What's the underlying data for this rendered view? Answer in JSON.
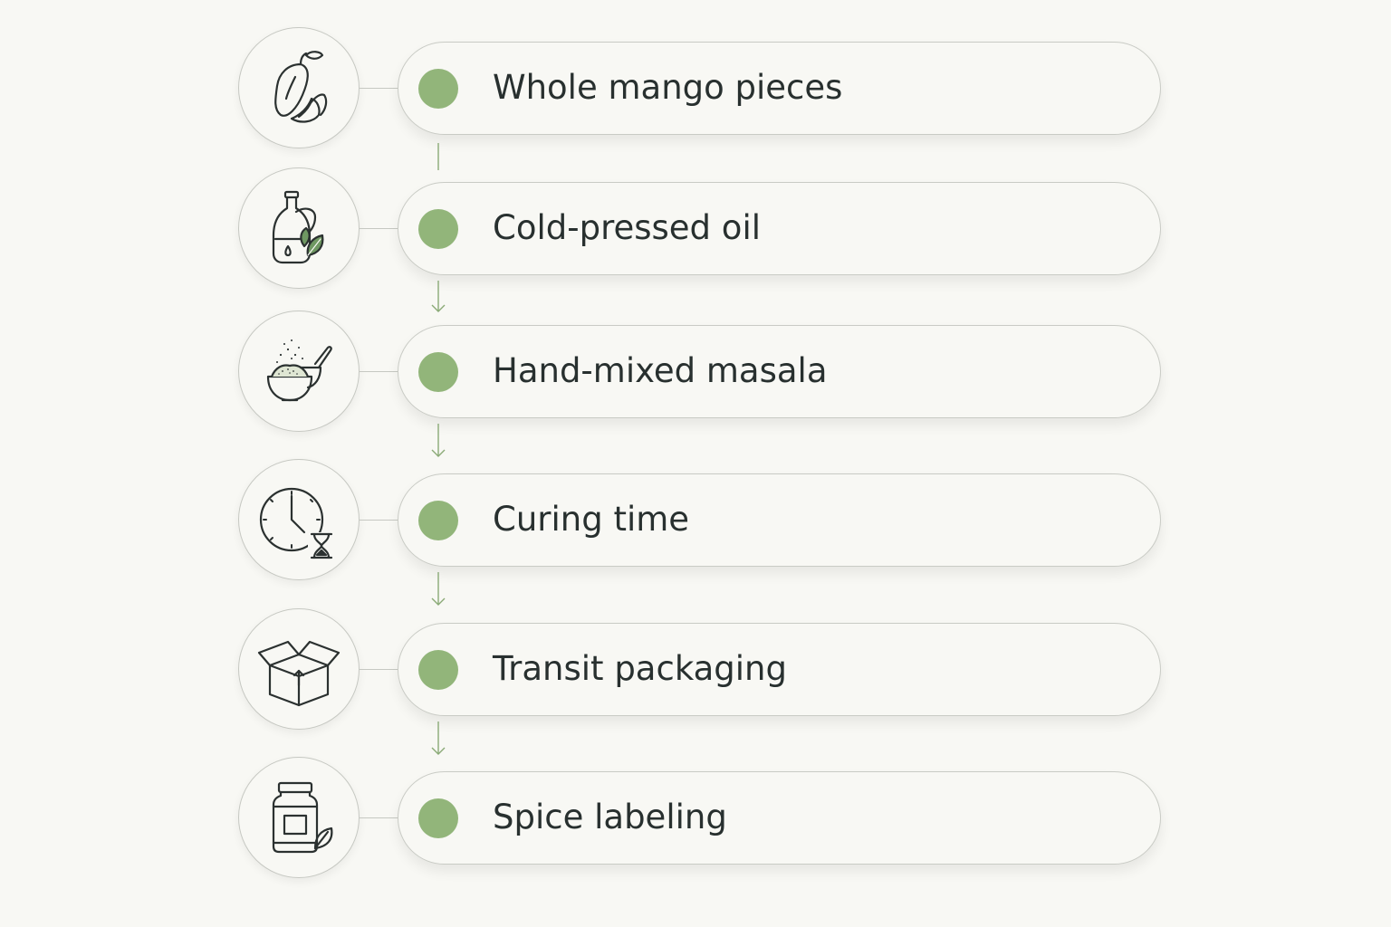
{
  "steps": [
    {
      "label": "Whole mango pieces",
      "icon": "mango-icon"
    },
    {
      "label": "Cold-pressed oil",
      "icon": "oil-bottle-icon"
    },
    {
      "label": "Hand-mixed masala",
      "icon": "masala-bowl-icon"
    },
    {
      "label": "Curing time",
      "icon": "clock-hourglass-icon"
    },
    {
      "label": "Transit packaging",
      "icon": "open-box-icon"
    },
    {
      "label": "Spice labeling",
      "icon": "jar-icon"
    }
  ],
  "colors": {
    "background": "#f8f8f4",
    "accent_dot": "#92b57a",
    "arrow": "#8aaa76",
    "text": "#28302f",
    "outline": "#c6c8c2"
  }
}
